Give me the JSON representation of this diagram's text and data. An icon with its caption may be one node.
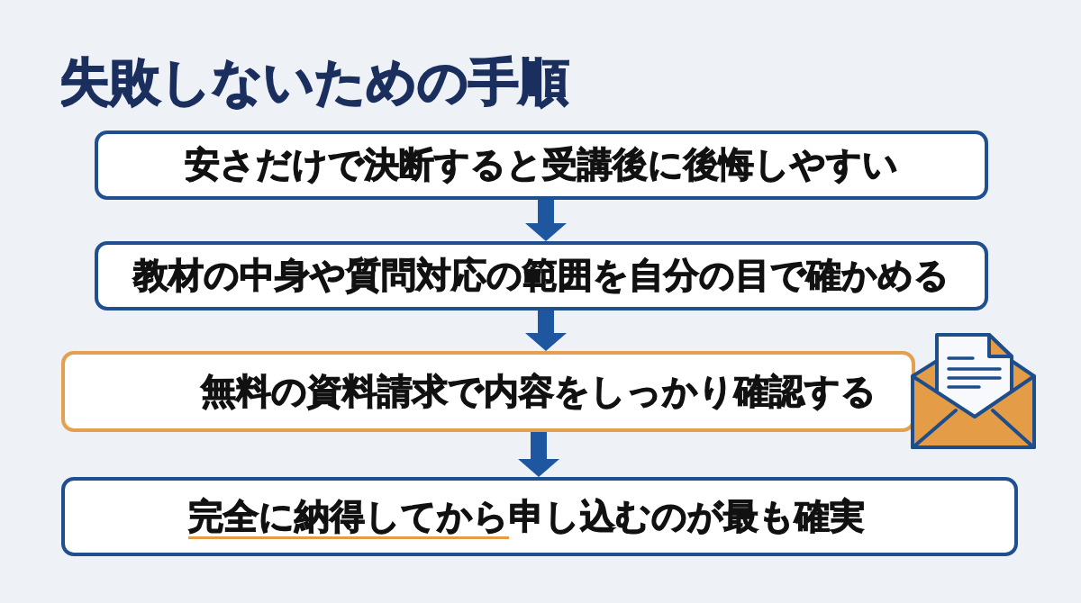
{
  "diagram": {
    "title": "失敗しないための手順",
    "nodes": [
      {
        "text": [
          "安さだけで決断すると受講後に後悔しやすい"
        ]
      },
      {
        "text": [
          "教材の中身や質問対応の範囲を自分の目で確かめる"
        ]
      },
      {
        "text": [
          "無料の資料請求で内容をしっかり確認する"
        ]
      },
      {
        "text": [
          "完全に納得してから申し込むのが最も確実"
        ]
      }
    ],
    "edges": [
      {
        "from": 0,
        "to": 1,
        "arrow": "to"
      },
      {
        "from": 1,
        "to": 2,
        "arrow": "to"
      },
      {
        "from": 2,
        "to": 3,
        "arrow": "to"
      }
    ]
  }
}
